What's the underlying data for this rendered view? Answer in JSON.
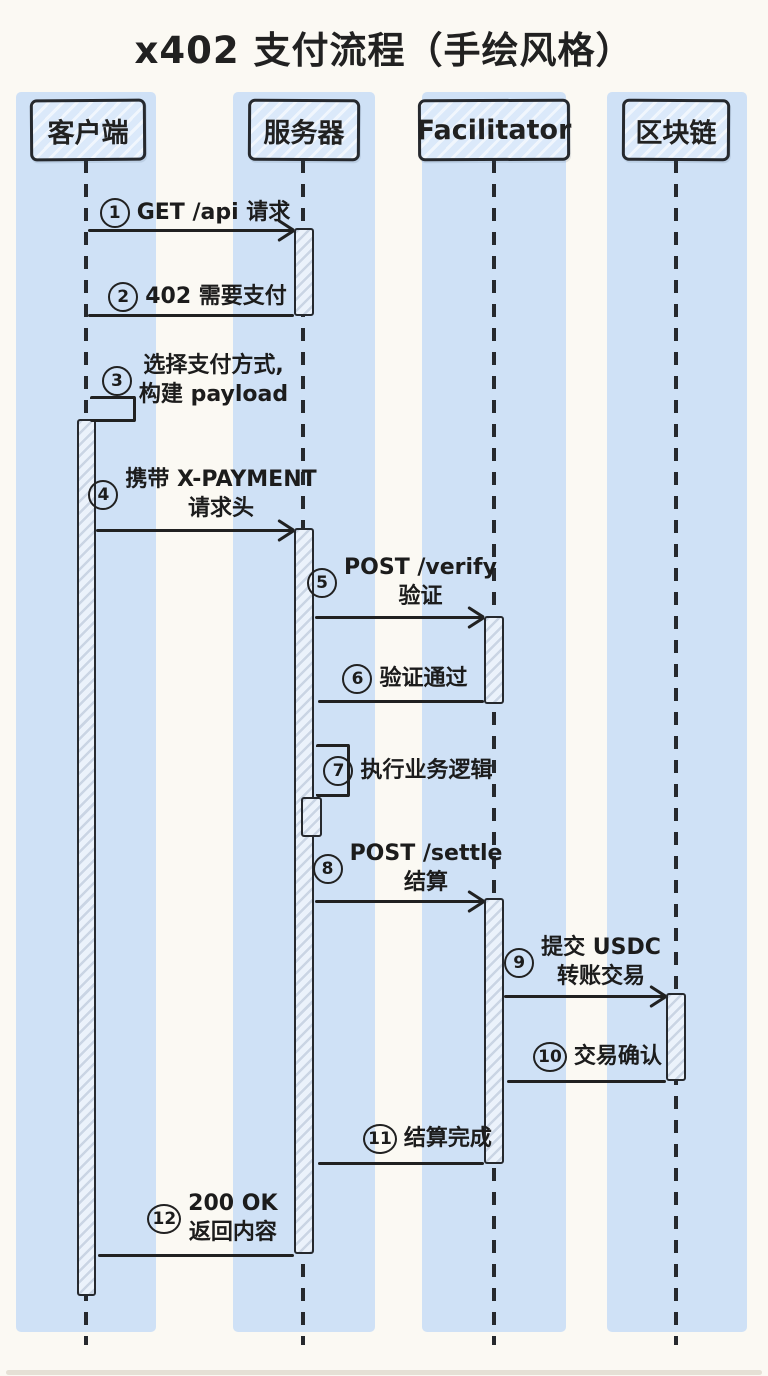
{
  "title": "x402 支付流程（手绘风格）",
  "participants": [
    {
      "label": "客户端"
    },
    {
      "label": "服务器"
    },
    {
      "label": "Facilitator"
    },
    {
      "label": "区块链"
    }
  ],
  "messages": [
    {
      "num": "1",
      "line1": "GET /api 请求",
      "line2": ""
    },
    {
      "num": "2",
      "line1": "402 需要支付",
      "line2": ""
    },
    {
      "num": "3",
      "line1": "选择支付方式,",
      "line2": "构建 payload"
    },
    {
      "num": "4",
      "line1": "携带 X-PAYMENT",
      "line2": "请求头"
    },
    {
      "num": "5",
      "line1": "POST /verify",
      "line2": "验证"
    },
    {
      "num": "6",
      "line1": "验证通过",
      "line2": ""
    },
    {
      "num": "7",
      "line1": "执行业务逻辑",
      "line2": ""
    },
    {
      "num": "8",
      "line1": "POST /settle",
      "line2": "结算"
    },
    {
      "num": "9",
      "line1": "提交 USDC",
      "line2": "转账交易"
    },
    {
      "num": "10",
      "line1": "交易确认",
      "line2": ""
    },
    {
      "num": "11",
      "line1": "结算完成",
      "line2": ""
    },
    {
      "num": "12",
      "line1": "200 OK",
      "line2": "返回内容"
    }
  ],
  "colors": {
    "background": "#fbf9f3",
    "band": "#cfe1f6",
    "box_fill": "#dbe9fa",
    "activation_fill": "#ebf2fb",
    "ink": "#212121"
  }
}
